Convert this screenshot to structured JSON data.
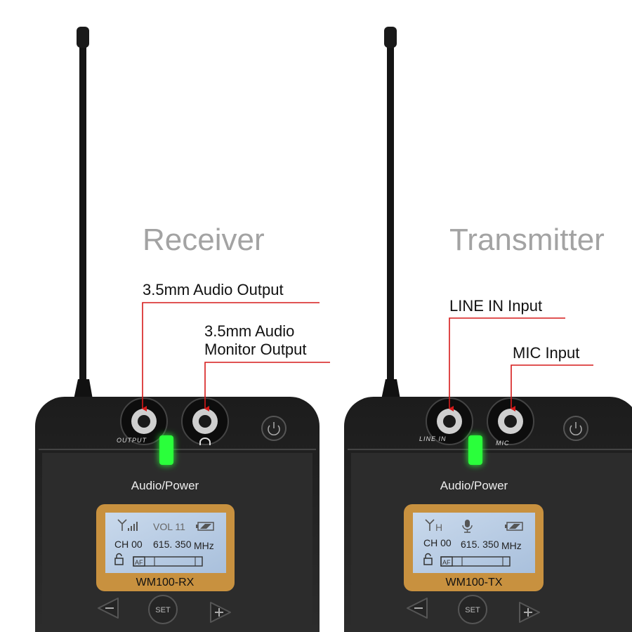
{
  "receiver": {
    "title": "Receiver",
    "callout_output": "3.5mm Audio Output",
    "callout_monitor_line1": "3.5mm Audio",
    "callout_monitor_line2": "Monitor Output",
    "jack_label_output": "OUTPUT",
    "led_label": "Audio/Power",
    "lcd": {
      "volume": "VOL 11",
      "channel": "CH 00",
      "frequency": "615. 350",
      "unit": "MHz",
      "meter_label": "AF"
    },
    "model": "WM100-RX",
    "set_button": "SET"
  },
  "transmitter": {
    "title": "Transmitter",
    "callout_line_in": "LINE IN Input",
    "callout_mic": "MIC Input",
    "jack_label_line_in": "LINE  IN",
    "jack_label_mic": "MIC",
    "led_label": "Audio/Power",
    "lcd": {
      "signal_mode": "H",
      "channel": "CH 00",
      "frequency": "615. 350",
      "unit": "MHz",
      "meter_label": "AF"
    },
    "model": "WM100-TX",
    "set_button": "SET"
  },
  "colors": {
    "callout_line": "#d61a1a",
    "led": "#2cff3a",
    "lcd_frame": "#c8913f",
    "lcd_screen": "#b9cde4"
  }
}
